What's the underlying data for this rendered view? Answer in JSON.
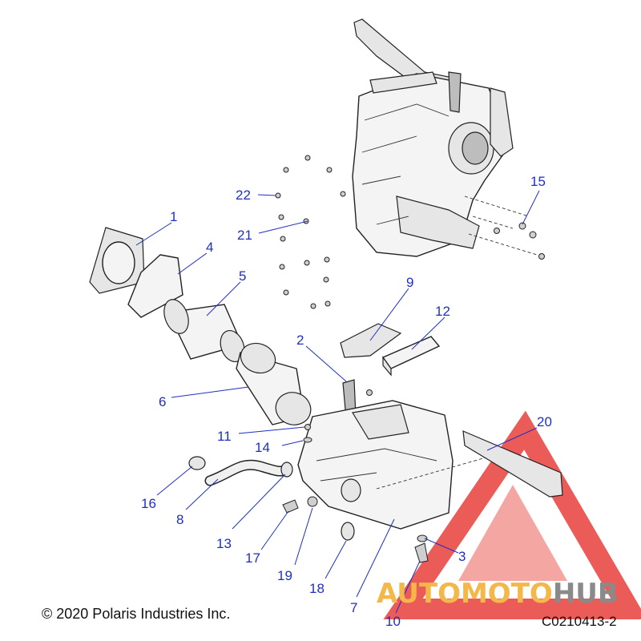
{
  "callouts": [
    {
      "id": "c1",
      "label": "1"
    },
    {
      "id": "c2",
      "label": "2"
    },
    {
      "id": "c3",
      "label": "3"
    },
    {
      "id": "c4",
      "label": "4"
    },
    {
      "id": "c5",
      "label": "5"
    },
    {
      "id": "c6",
      "label": "6"
    },
    {
      "id": "c7",
      "label": "7"
    },
    {
      "id": "c8",
      "label": "8"
    },
    {
      "id": "c9",
      "label": "9"
    },
    {
      "id": "c10",
      "label": "10"
    },
    {
      "id": "c11",
      "label": "11"
    },
    {
      "id": "c12",
      "label": "12"
    },
    {
      "id": "c13",
      "label": "13"
    },
    {
      "id": "c14",
      "label": "14"
    },
    {
      "id": "c15",
      "label": "15"
    },
    {
      "id": "c16",
      "label": "16"
    },
    {
      "id": "c17",
      "label": "17"
    },
    {
      "id": "c18",
      "label": "18"
    },
    {
      "id": "c19",
      "label": "19"
    },
    {
      "id": "c20",
      "label": "20"
    },
    {
      "id": "c21",
      "label": "21"
    },
    {
      "id": "c22",
      "label": "22"
    }
  ],
  "copyright": "© 2020 Polaris Industries Inc.",
  "figure_code": "C0210413-2",
  "watermark": {
    "text_part1": "AUTOMOTO",
    "text_part2": "HUB",
    "color_part1": "#f3b74a",
    "color_part2": "#8a8a8a",
    "triangle_color": "#e8403b"
  },
  "colors": {
    "callout": "#1f2fbf",
    "line_art": "#222222"
  }
}
